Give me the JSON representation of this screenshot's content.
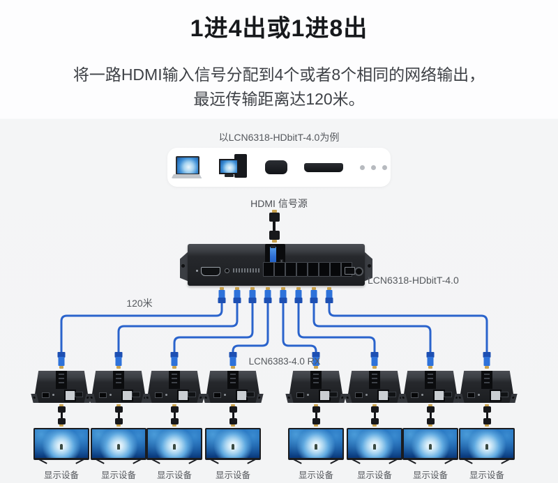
{
  "header": {
    "title": "1进4出或1进8出",
    "subtitle_line1": "将一路HDMI输入信号分配到4个或者8个相同的网络输出，",
    "subtitle_line2": "最远传输距离达120米。"
  },
  "source": {
    "example_label": "以LCN6318-HDbitT-4.0为例",
    "devices": [
      "laptop",
      "desktop-pc",
      "tv-box",
      "media-player"
    ],
    "signal_label": "HDMI 信号源"
  },
  "transmitter": {
    "model": "LCN6318-HDbitT-4.0",
    "port_count": 8,
    "top_port_label": "HDMI"
  },
  "links": {
    "distance_label": "120米",
    "cable_color": "#2a63cc",
    "connector_color": "#2e72da",
    "connector_cap_color": "#1d4fb2",
    "connector_tip_color": "#c9a24e",
    "ports_x": [
      318,
      340,
      362,
      384,
      406,
      428,
      450,
      472
    ],
    "receivers_x": [
      88,
      170,
      250,
      334,
      453,
      537,
      617,
      698
    ],
    "levels_y": [
      453,
      468,
      484,
      496,
      496,
      484,
      468,
      453
    ]
  },
  "receivers": {
    "model": "LCN6383-4.0 RX",
    "count": 8
  },
  "displays": {
    "label": "显示设备",
    "count": 8
  }
}
